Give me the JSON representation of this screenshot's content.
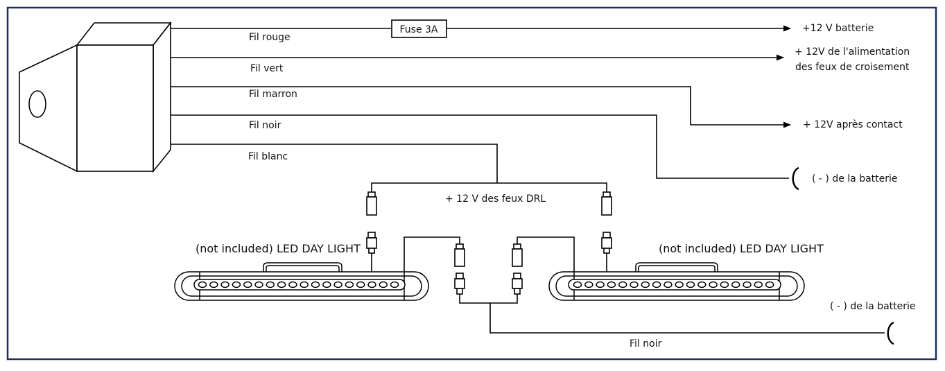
{
  "diagram": {
    "wire_labels": {
      "red": "Fil rouge",
      "green": "Fil vert",
      "brown": "Fil marron",
      "black": "Fil noir",
      "white": "Fil blanc",
      "ground_black": "Fil noir"
    },
    "fuse_label": "Fuse 3A",
    "destinations": {
      "battery_positive": "+12 V batterie",
      "low_beam_line1": "+ 12V de l'alimentation",
      "low_beam_line2": "des feux de croisement",
      "ignition": "+ 12V après contact",
      "battery_negative_top": "( - ) de la batterie",
      "battery_negative_bottom": "( - ) de la batterie"
    },
    "drl_power_label": "+ 12 V des feux DRL",
    "led_left_label": "(not included) LED DAY LIGHT",
    "led_right_label": "(not included) LED DAY LIGHT",
    "colors": {
      "border": "#1f2d5a",
      "line": "#000000"
    }
  }
}
